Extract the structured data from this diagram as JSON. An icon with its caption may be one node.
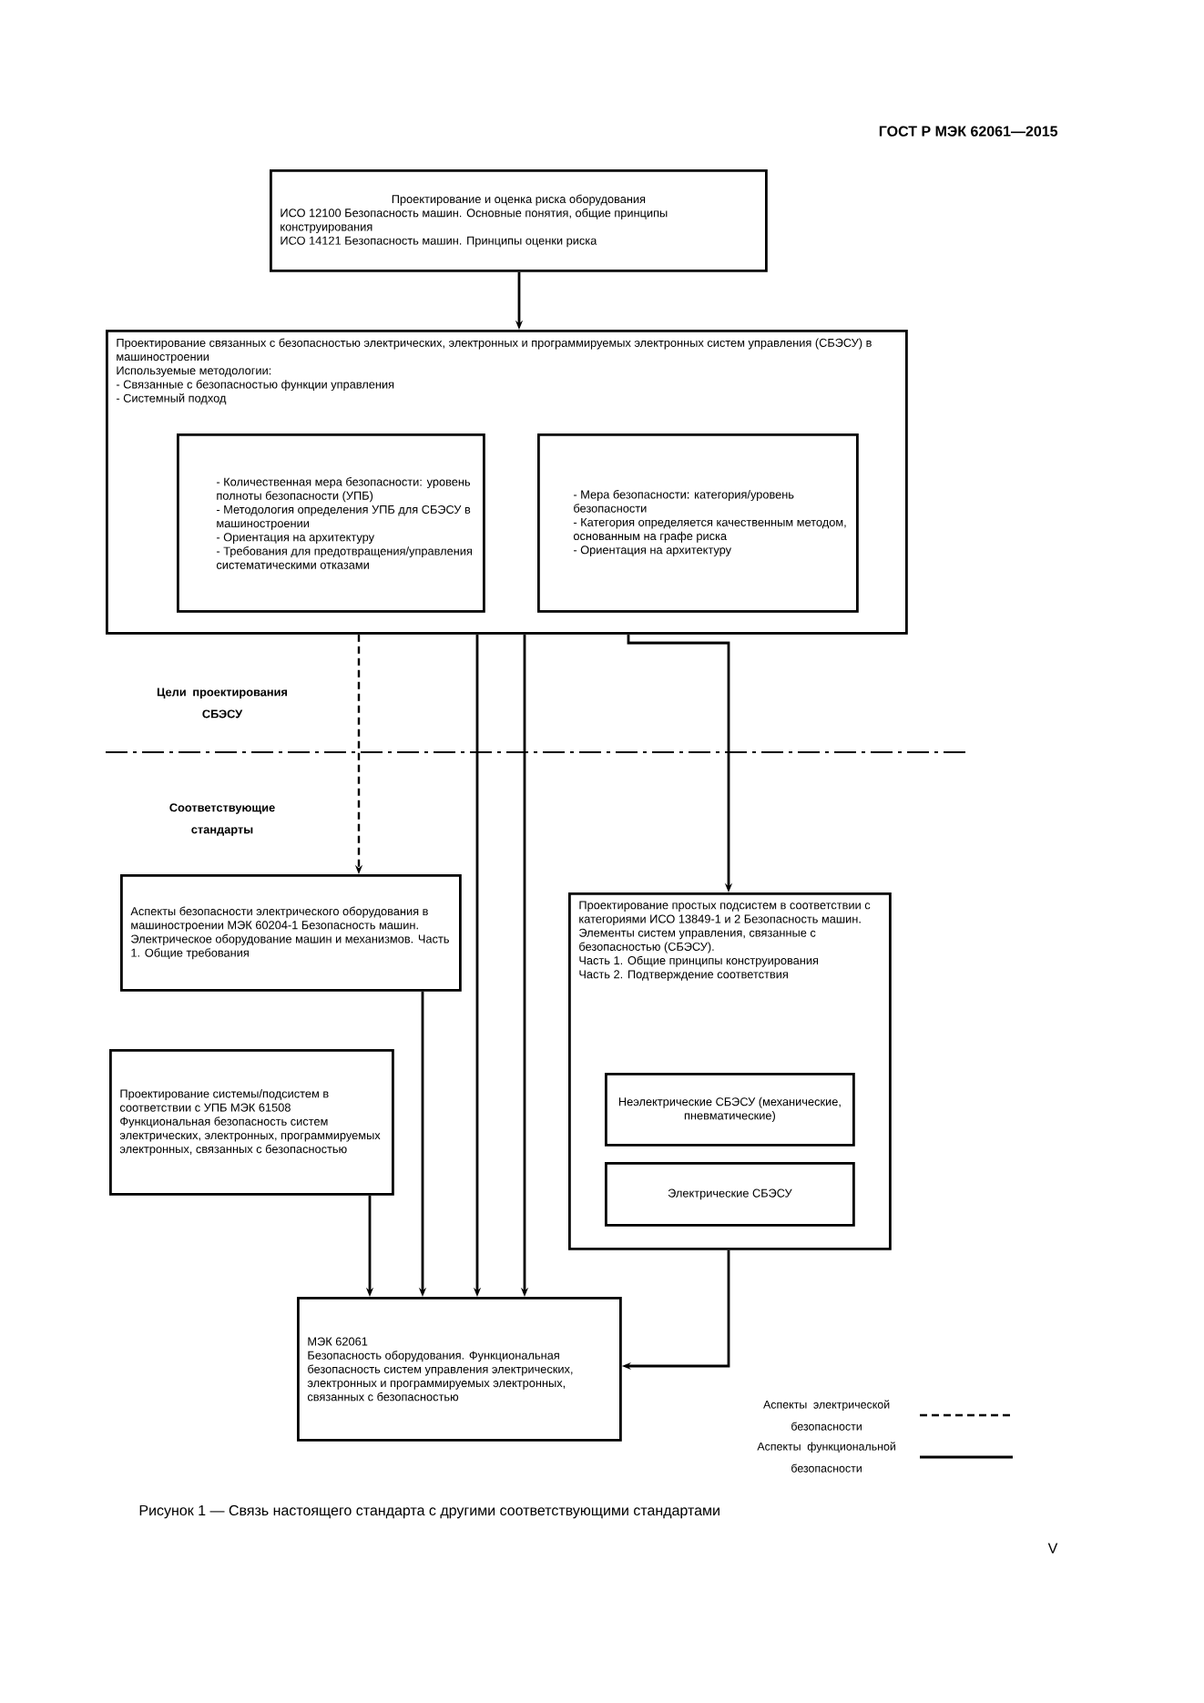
{
  "diagram": {
    "caption": "Рисунок 1 — Связь настоящего стандарта с другими соответствующими стандартами",
    "nodes": [
      {
        "text": [
          "Проектирование и оценка риска оборудования",
          "ИСО 12100 Безопасность машин. Основные понятия, общие принципы конструирования",
          "ИСО 14121 Безопасность машин. Принципы оценки риска"
        ]
      },
      {
        "text": [
          "Проектирование связанных с безопасностью электрических, электронных и программируемых электронных систем управления (СБЭСУ) в машиностроении",
          "Используемые методологии:",
          "- Связанные с безопасностью функции управления",
          "- Системный подход"
        ]
      },
      {
        "text": [
          "- Количественная мера безопасности: уровень полноты безопасности (УПБ)",
          "- Методология определения УПБ для СБЭСУ в машиностроении",
          "- Ориентация на архитектуру",
          "- Требования для предотвращения/управления систематическими отказами"
        ],
        "in": 1
      },
      {
        "text": [
          "- Мера безопасности: категория/уровень безопасности",
          "- Категория определяется качественным методом, основанным на графе риска",
          "- Ориентация на архитектуру"
        ],
        "in": 1
      },
      {
        "text": [
          "Аспекты безопасности электрического оборудования в машиностроении МЭК 60204-1 Безопасность машин. Электрическое оборудование машин и механизмов. Часть 1. Общие требования"
        ]
      },
      {
        "text": [
          "Проектирование системы/подсистем в соответствии с УПБ МЭК 61508 Функциональная безопасность систем электрических, электронных, программируемых электронных, связанных с безопасностью"
        ]
      },
      {
        "text": [
          "Проектирование простых подсистем в соответствии с категориями ИСО 13849-1 и 2 Безопасность машин. Элементы систем управления, связанные с безопасностью (СБЭСУ).",
          "Часть 1. Общие принципы конструирования",
          "Часть 2. Подтверждение соответствия"
        ]
      },
      {
        "text": [
          "Неэлектрические СБЭСУ (механические, пневматические)"
        ],
        "in": 6
      },
      {
        "text": [
          "Электрические СБЭСУ"
        ],
        "in": 6
      },
      {
        "text": [
          "МЭК 62061",
          "Безопасность оборудования. Функциональная безопасность систем управления электрических, электронных и программируемых электронных, связанных с безопасностью"
        ]
      }
    ],
    "edges": [
      {
        "from": 0,
        "to": 1,
        "arrow": "to"
      },
      {
        "from": 1,
        "to": 4,
        "arrow": "to",
        "style": "dashed"
      },
      {
        "from": 1,
        "to": 6,
        "arrow": "to"
      },
      {
        "from": 1,
        "to": 9,
        "arrow": "to"
      },
      {
        "from": 1,
        "to": 9,
        "arrow": "to"
      },
      {
        "from": 4,
        "to": 9,
        "arrow": "to"
      },
      {
        "from": 5,
        "to": 9,
        "arrow": "to"
      },
      {
        "from": 6,
        "to": 9,
        "arrow": "to"
      }
    ],
    "labels": [
      "ГОСТ Р МЭК 62061—2015",
      "Цели проектирования СБЭСУ",
      "Соответствующие стандарты",
      "V"
    ],
    "legend": [
      {
        "text": "Аспекты электрической безопасности"
      },
      {
        "text": "Аспекты функциональной безопасности"
      }
    ]
  }
}
